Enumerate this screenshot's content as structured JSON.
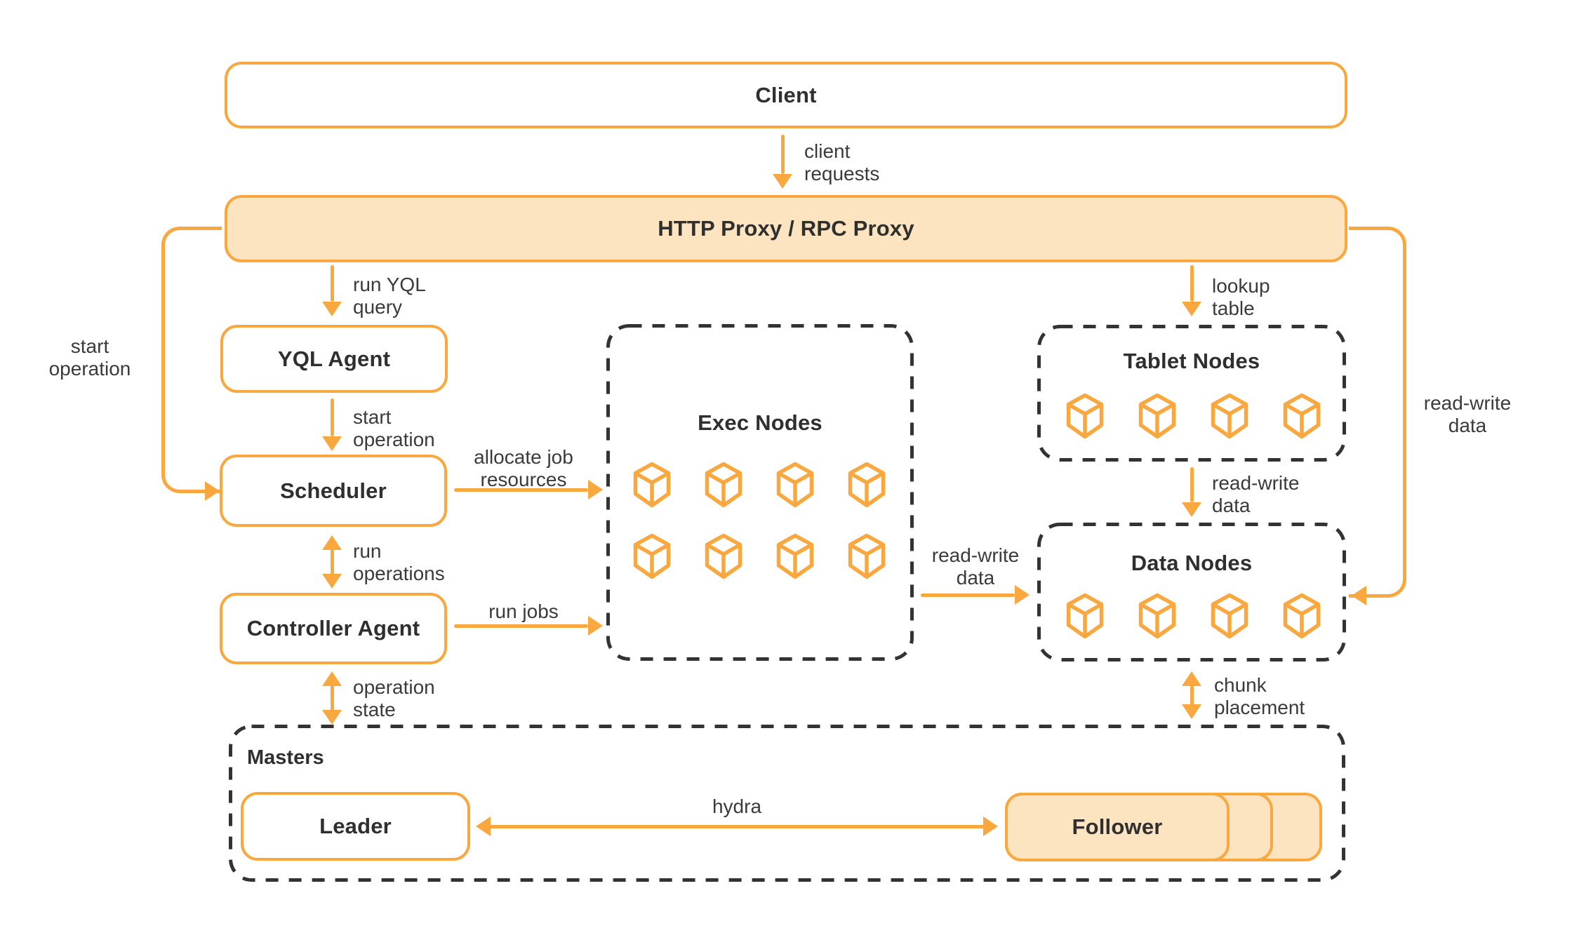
{
  "meta": {
    "diagram_type": "architecture-diagram",
    "cube_icon_name": "cube-icon"
  },
  "palette": {
    "accent_orange": "#F9A83F",
    "light_orange_fill": "#FCE4C0",
    "title_text": "#2F2F2F",
    "label_text": "#3B3B3B",
    "dashed_border": "#333333",
    "background": "#FFFFFF"
  },
  "nodes": {
    "client": {
      "label": "Client"
    },
    "proxy": {
      "label": "HTTP Proxy / RPC Proxy"
    },
    "yql_agent": {
      "label": "YQL Agent"
    },
    "scheduler": {
      "label": "Scheduler"
    },
    "controller_agent": {
      "label": "Controller Agent"
    },
    "exec_nodes": {
      "label": "Exec Nodes",
      "cube_count": 8
    },
    "tablet_nodes": {
      "label": "Tablet Nodes",
      "cube_count": 4
    },
    "data_nodes": {
      "label": "Data Nodes",
      "cube_count": 4
    },
    "masters": {
      "label": "Masters"
    },
    "leader": {
      "label": "Leader"
    },
    "follower": {
      "label": "Follower",
      "stack_count": 3
    }
  },
  "edges": {
    "client_requests": {
      "label": "client\nrequests"
    },
    "run_yql_query": {
      "label": "run YQL\nquery"
    },
    "start_operation_side": {
      "label": "start\noperation"
    },
    "start_operation": {
      "label": "start\noperation"
    },
    "allocate_job_resources": {
      "label": "allocate job\nresources"
    },
    "run_operations": {
      "label": "run\noperations"
    },
    "run_jobs": {
      "label": "run jobs"
    },
    "operation_state": {
      "label": "operation\nstate"
    },
    "lookup_table": {
      "label": "lookup\ntable"
    },
    "read_write_tablet_to_data": {
      "label": "read-write\ndata"
    },
    "read_write_exec_to_data": {
      "label": "read-write\ndata"
    },
    "read_write_proxy_side": {
      "label": "read-write\ndata"
    },
    "chunk_placement": {
      "label": "chunk\nplacement"
    },
    "hydra": {
      "label": "hydra"
    }
  }
}
